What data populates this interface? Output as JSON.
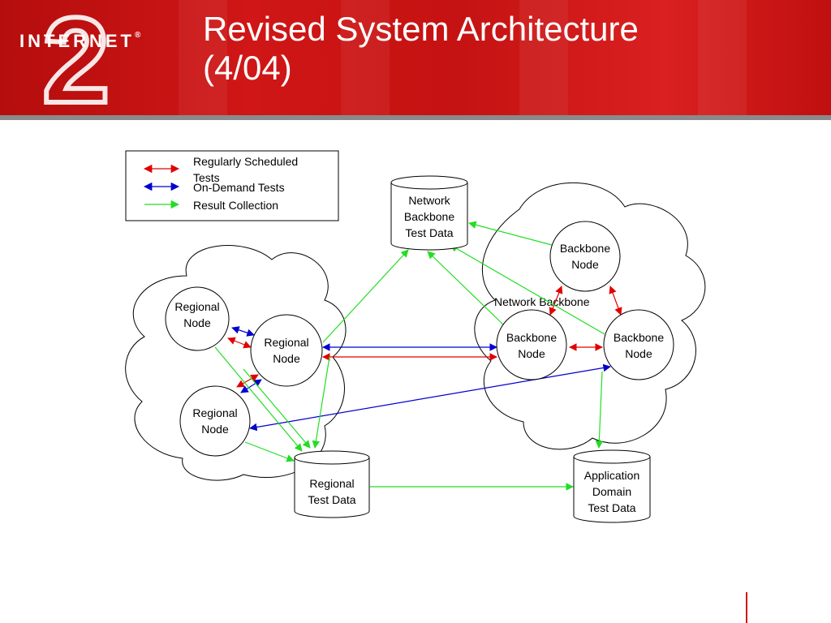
{
  "title": {
    "line1": "Revised System Architecture",
    "line2": "(4/04)"
  },
  "logo": {
    "text": "INTERNET",
    "numeral": "2",
    "mark": "®"
  },
  "legend": {
    "scheduled": [
      "Regularly Scheduled",
      "Tests"
    ],
    "on_demand": "On-Demand Tests",
    "result": "Result Collection"
  },
  "colors": {
    "scheduled": "#e00000",
    "on_demand": "#0000d0",
    "result": "#22dd22",
    "header_red": "#c81414"
  },
  "clouds": {
    "backbone": "Network Backbone"
  },
  "nodes": {
    "regional_1": [
      "Regional",
      "Node"
    ],
    "regional_2": [
      "Regional",
      "Node"
    ],
    "regional_3": [
      "Regional",
      "Node"
    ],
    "backbone_top": [
      "Backbone",
      "Node"
    ],
    "backbone_left": [
      "Backbone",
      "Node"
    ],
    "backbone_right": [
      "Backbone",
      "Node"
    ]
  },
  "stores": {
    "network_backbone": [
      "Network",
      "Backbone",
      "Test Data"
    ],
    "regional": [
      "Regional",
      "Test Data"
    ],
    "application": [
      "Application",
      "Domain",
      "Test Data"
    ]
  }
}
